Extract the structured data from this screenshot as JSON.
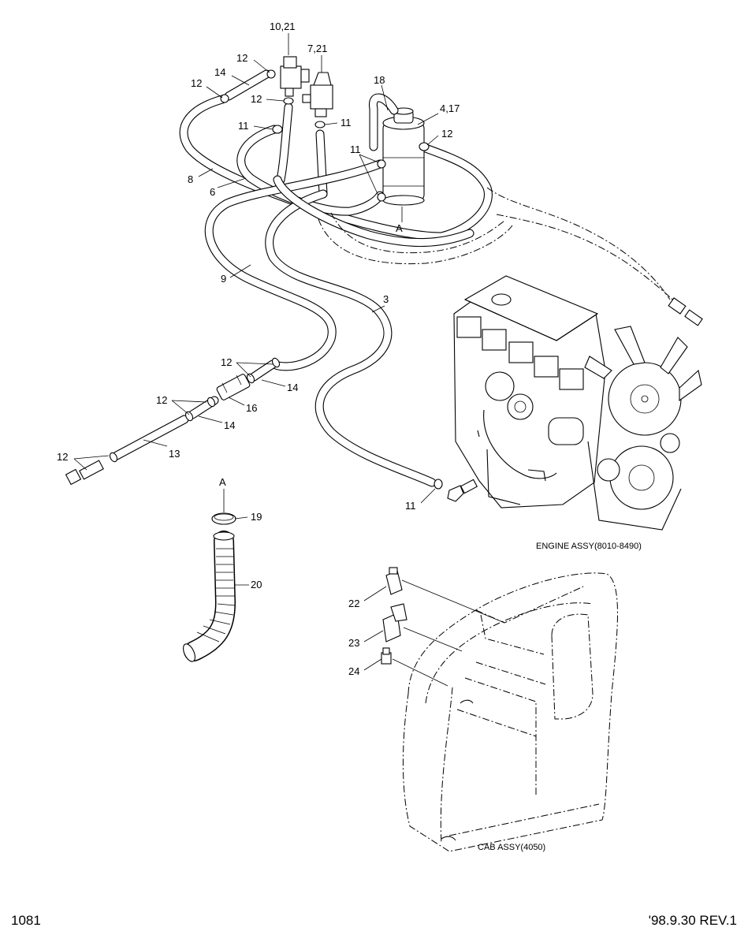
{
  "page": {
    "page_number": "1081",
    "revision": "'98.9.30 REV.1"
  },
  "assemblies": {
    "engine": "ENGINE ASSY(8010-8490)",
    "cab": "CAB ASSY(4050)"
  },
  "callouts": {
    "c_10_21": "10,21",
    "c_7_21": "7,21",
    "c_12_a": "12",
    "c_14_a": "14",
    "c_12_b": "12",
    "c_12_c": "12",
    "c_18": "18",
    "c_4_17": "4,17",
    "c_11_a": "11",
    "c_11_b": "11",
    "c_12_d": "12",
    "c_11_c": "11",
    "c_8": "8",
    "c_6": "6",
    "c_A_top": "A",
    "c_9": "9",
    "c_3": "3",
    "c_12_e": "12",
    "c_14_b": "14",
    "c_12_f": "12",
    "c_16": "16",
    "c_14_c": "14",
    "c_12_g": "12",
    "c_13": "13",
    "c_11_d": "11",
    "c_A_detail": "A",
    "c_19": "19",
    "c_20": "20",
    "c_22": "22",
    "c_23": "23",
    "c_24": "24"
  },
  "icons": [
    "filter-icon",
    "valve-icon",
    "engine-icon",
    "cab-icon",
    "clamp-icon",
    "elbow-hose-icon"
  ]
}
